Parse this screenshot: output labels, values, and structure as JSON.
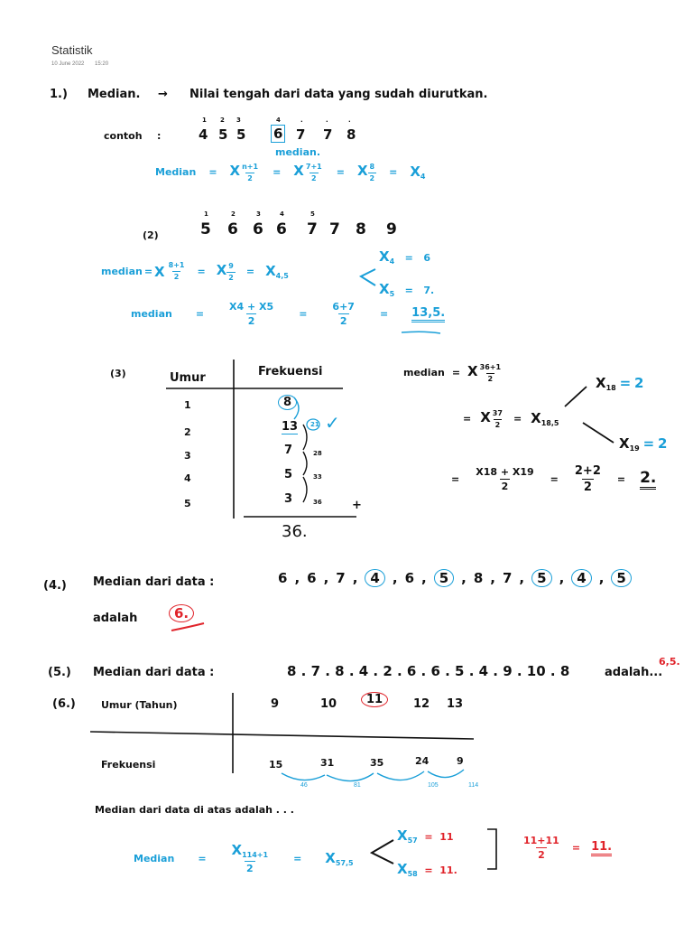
{
  "header": {
    "title": "Statistik",
    "date": "10 June 2022",
    "time": "15:20"
  },
  "p1": {
    "num": "1.)",
    "heading": "Median.",
    "arrow": "→",
    "definition": "Nilai tengah dari data yang sudah diurutkan.",
    "contoh_label": "contoh",
    "colon": ":",
    "idx": [
      "1",
      "2",
      "3",
      "4",
      ".",
      ".",
      "."
    ],
    "data": [
      "4",
      "5",
      "5",
      "6",
      "7",
      "7",
      "8"
    ],
    "median_note": "median.",
    "formula": {
      "label": "Median",
      "eq": "=",
      "x": "X",
      "f1_num": "n+1",
      "f1_den": "2",
      "f2_num": "7+1",
      "f2_den": "2",
      "f3_num": "8",
      "f3_den": "2",
      "end_sub": "4"
    }
  },
  "p2": {
    "num": "(2)",
    "idx": [
      "1",
      "2",
      "3",
      "4",
      "5"
    ],
    "data": [
      "5",
      "6",
      "6",
      "6",
      "7",
      "7",
      "8",
      "9"
    ],
    "line1": {
      "label": "median",
      "eq": "=",
      "x": "X",
      "f1_num": "8+1",
      "f1_den": "2",
      "f2_num": "9",
      "f2_den": "2",
      "mid_sub": "4,5",
      "top_sub": "4",
      "top_val": "6",
      "bot_sub": "5",
      "bot_val": "7."
    },
    "line2": {
      "label": "median",
      "eq": "=",
      "num1": "X4 + X5",
      "den1": "2",
      "num2": "6+7",
      "den2": "2",
      "result": "13,5."
    }
  },
  "p3": {
    "num": "(3)",
    "col_umur": "Umur",
    "col_frek": "Frekuensi",
    "rows": [
      {
        "umur": "1",
        "frek": "8",
        "cum": ""
      },
      {
        "umur": "2",
        "frek": "13",
        "cum": "21"
      },
      {
        "umur": "3",
        "frek": "7",
        "cum": "28"
      },
      {
        "umur": "4",
        "frek": "5",
        "cum": "33"
      },
      {
        "umur": "5",
        "frek": "3",
        "cum": "36"
      }
    ],
    "plus": "+",
    "total": "36.",
    "check": "✓",
    "median": {
      "label": "median",
      "eq": "=",
      "x": "X",
      "f1_num": "36+1",
      "f1_den": "2",
      "f2_num": "37",
      "f2_den": "2",
      "mid_sub": "18,5",
      "top_sub": "18",
      "top_val": "2",
      "bot_sub": "19",
      "bot_val": "2",
      "avg_num": "X18 + X19",
      "avg_den": "2",
      "sum_num": "2+2",
      "sum_den": "2",
      "result": "2."
    }
  },
  "p4": {
    "num": "(4.)",
    "text": "Median dari data :",
    "data": [
      "6",
      "6",
      "7",
      "4",
      "6",
      "5",
      "8",
      "7",
      "5",
      "4",
      "5"
    ],
    "circled": [
      false,
      false,
      false,
      true,
      false,
      true,
      false,
      false,
      true,
      true,
      true
    ],
    "adalah": "adalah",
    "answer": "6."
  },
  "p5": {
    "num": "(5.)",
    "text": "Median dari data :",
    "data": "8 . 7 . 8 . 4 . 2 . 6 . 6 . 5 . 4 . 9 . 10 . 8",
    "adalah": "adalah",
    "dots": "...",
    "answer": "6,5."
  },
  "p6": {
    "num": "(6.)",
    "col_umur": "Umur (Tahun)",
    "row_frek": "Frekuensi",
    "ages": [
      "9",
      "10",
      "11",
      "12",
      "13"
    ],
    "freqs": [
      "15",
      "31",
      "35",
      "24",
      "9"
    ],
    "cum": [
      "46",
      "81",
      "105",
      "114"
    ],
    "question": "Median dari data di atas adalah . . .",
    "formula": {
      "label": "Median",
      "eq": "=",
      "x": "X",
      "f1_num": "114+1",
      "f1_den": "2",
      "mid_sub": "57,5",
      "top_sub": "57",
      "top_val": "11",
      "bot_sub": "58",
      "bot_val": "11.",
      "avg_num": "11+11",
      "avg_den": "2",
      "result": "11."
    }
  }
}
